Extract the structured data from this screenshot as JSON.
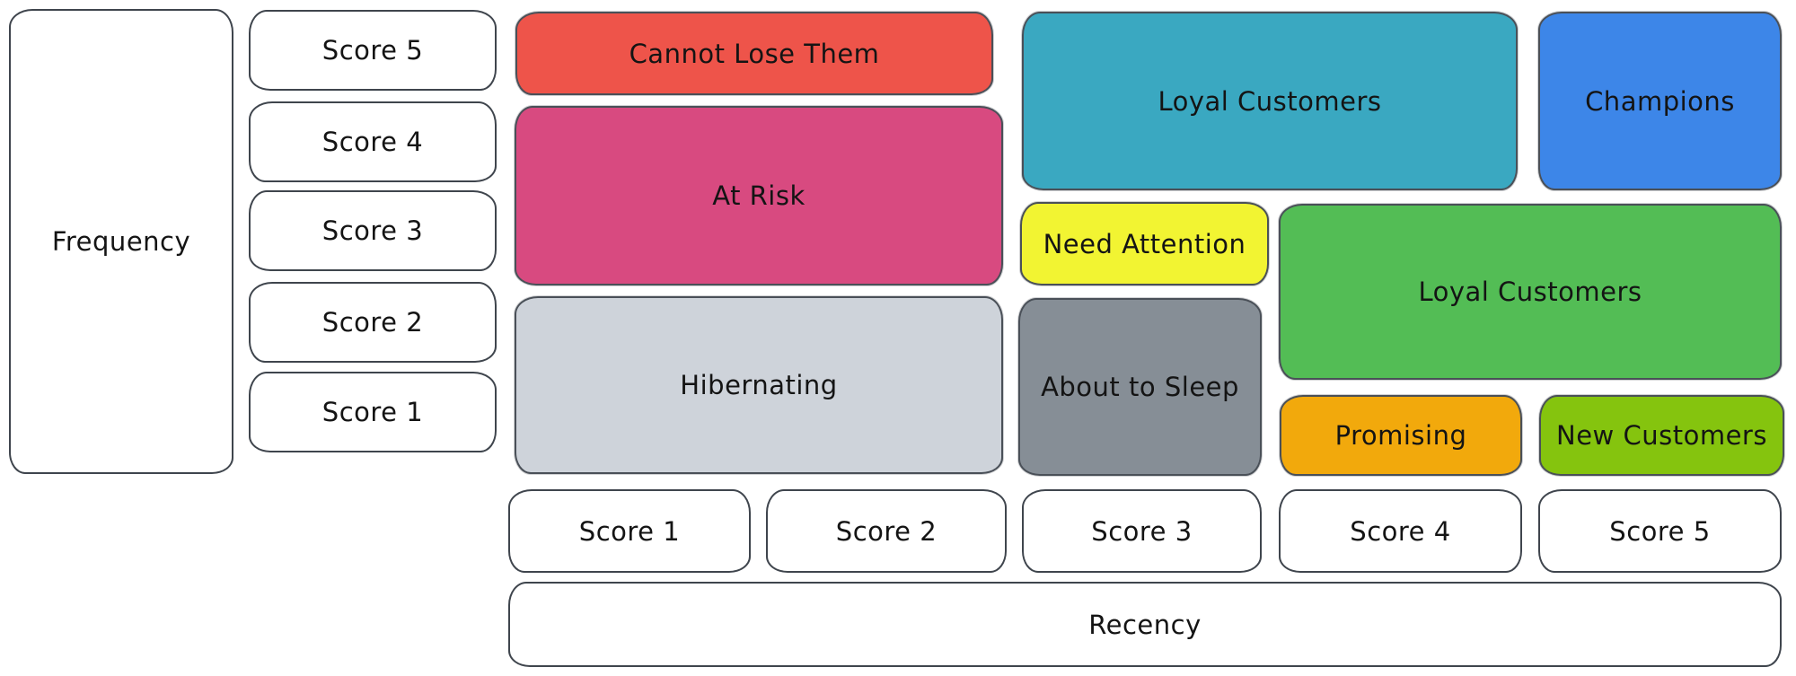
{
  "axes": {
    "frequency": {
      "label": "Frequency"
    },
    "recency": {
      "label": "Recency"
    }
  },
  "frequency_scores": [
    "Score 5",
    "Score 4",
    "Score 3",
    "Score 2",
    "Score 1"
  ],
  "recency_scores": [
    "Score 1",
    "Score 2",
    "Score 3",
    "Score 4",
    "Score 5"
  ],
  "segments": [
    {
      "label": "Cannot Lose Them",
      "color": "#ee544a",
      "recency": "1-2",
      "frequency": "5"
    },
    {
      "label": "At Risk",
      "color": "#d84a80",
      "recency": "1-2",
      "frequency": "3-4"
    },
    {
      "label": "Hibernating",
      "color": "#ced3da",
      "recency": "1-2",
      "frequency": "1-2"
    },
    {
      "label": "Loyal Customers",
      "color": "#3aa8c1",
      "recency": "3-4",
      "frequency": "4-5"
    },
    {
      "label": "Champions",
      "color": "#3d86e8",
      "recency": "5",
      "frequency": "4-5"
    },
    {
      "label": "Need Attention",
      "color": "#f2f432",
      "recency": "3",
      "frequency": "3"
    },
    {
      "label": "Loyal Customers",
      "color": "#53bd55",
      "recency": "4-5",
      "frequency": "2-3"
    },
    {
      "label": "About to Sleep",
      "color": "#868e96",
      "recency": "3",
      "frequency": "1-2"
    },
    {
      "label": "Promising",
      "color": "#f2a90c",
      "recency": "4",
      "frequency": "1"
    },
    {
      "label": "New Customers",
      "color": "#85c40e",
      "recency": "5",
      "frequency": "1"
    }
  ]
}
